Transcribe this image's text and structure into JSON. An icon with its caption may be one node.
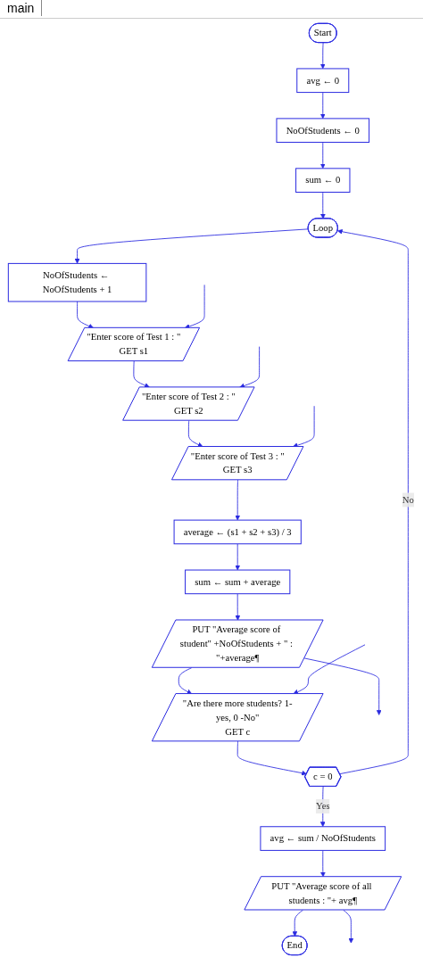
{
  "diagram": {
    "nodes": [
      {
        "text": [
          "Start"
        ]
      },
      {
        "text": [
          "avg ← 0"
        ]
      },
      {
        "text": [
          "NoOfStudents ← 0"
        ]
      },
      {
        "text": [
          "sum ← 0"
        ]
      },
      {
        "text": [
          "Loop"
        ]
      },
      {
        "text": [
          "NoOfStudents ← NoOfStudents + 1"
        ]
      },
      {
        "text": [
          "\"Enter score of Test 1 : \"",
          "GET s1"
        ]
      },
      {
        "text": [
          "\"Enter score of Test 2 : \"",
          "GET s2"
        ]
      },
      {
        "text": [
          "\"Enter score of Test 3 : \"",
          "GET s3"
        ]
      },
      {
        "text": [
          "average ← (s1 + s2 + s3) / 3"
        ]
      },
      {
        "text": [
          "sum ← sum + average"
        ]
      },
      {
        "text": [
          "PUT \"Average score of student\" +NoOfStudents + \" : \"+average¶"
        ]
      },
      {
        "text": [
          "\"Are there more students? 1-yes, 0 -No\"",
          "GET c"
        ]
      },
      {
        "text": [
          "c = 0"
        ]
      },
      {
        "text": [
          "avg ← sum / NoOfStudents"
        ]
      },
      {
        "text": [
          "PUT \"Average score of all students : \"+ avg¶"
        ]
      },
      {
        "text": [
          "End"
        ]
      }
    ],
    "edges": [
      {
        "from": 0,
        "to": 1,
        "arrow": "to"
      },
      {
        "from": 1,
        "to": 2,
        "arrow": "to"
      },
      {
        "from": 2,
        "to": 3,
        "arrow": "to"
      },
      {
        "from": 3,
        "to": 4,
        "arrow": "to"
      },
      {
        "from": 4,
        "to": 5,
        "arrow": "to"
      },
      {
        "from": 5,
        "to": 6,
        "arrow": "to"
      },
      {
        "from": 6,
        "to": 7,
        "arrow": "to"
      },
      {
        "from": 7,
        "to": 8,
        "arrow": "to"
      },
      {
        "from": 8,
        "to": 9,
        "arrow": "to"
      },
      {
        "from": 9,
        "to": 10,
        "arrow": "to"
      },
      {
        "from": 10,
        "to": 11,
        "arrow": "to"
      },
      {
        "from": 11,
        "to": 12,
        "arrow": "to"
      },
      {
        "from": 12,
        "to": 13,
        "arrow": "to"
      },
      {
        "from": 13,
        "to": 14,
        "label": "Yes",
        "arrow": "to"
      },
      {
        "from": 13,
        "to": 4,
        "label": "No",
        "arrow": "to"
      },
      {
        "from": 14,
        "to": 15,
        "arrow": "to"
      },
      {
        "from": 15,
        "to": 16,
        "arrow": "to"
      },
      {
        "from": null,
        "to": 6,
        "arrow": "to"
      },
      {
        "from": null,
        "to": 7,
        "arrow": "to"
      },
      {
        "from": null,
        "to": 8,
        "arrow": "to"
      },
      {
        "from": null,
        "to": 12,
        "arrow": "to"
      },
      {
        "from": 11,
        "to": null,
        "arrow": "to"
      },
      {
        "from": 15,
        "to": null,
        "arrow": "to"
      }
    ],
    "labels": [
      "main"
    ]
  }
}
